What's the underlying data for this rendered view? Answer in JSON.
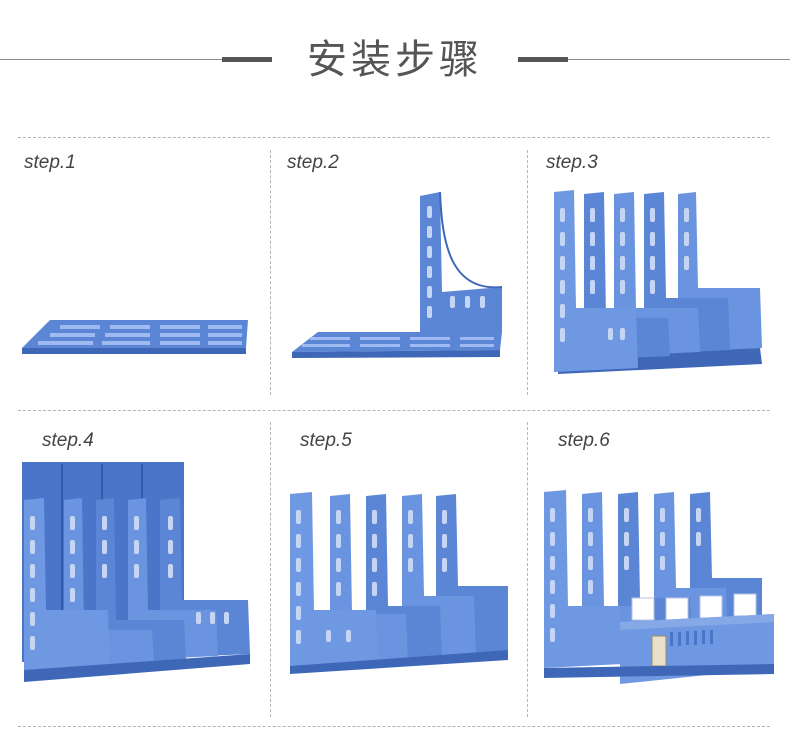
{
  "title": "安装步骤",
  "steps": [
    {
      "label": "step.1"
    },
    {
      "label": "step.2"
    },
    {
      "label": "step.3"
    },
    {
      "label": "step.4"
    },
    {
      "label": "step.5"
    },
    {
      "label": "step.6"
    }
  ],
  "colors": {
    "rack_blue": "#5b86d6",
    "rack_dark": "#3f67b8",
    "rack_light": "#86a8e6",
    "line": "#8a8a8a",
    "dash": "#b5b5b5",
    "text": "#444444"
  }
}
